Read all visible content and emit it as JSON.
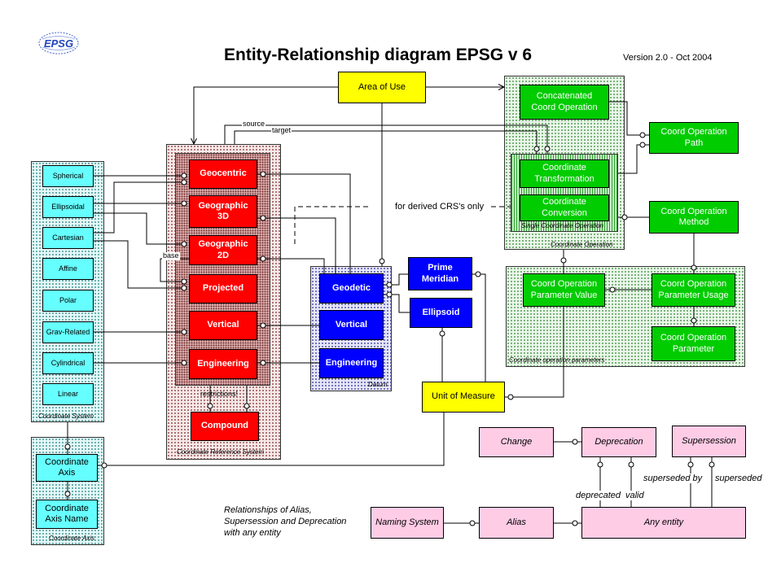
{
  "logo": "EPSG",
  "title": "Entity-Relationship diagram EPSG v 6",
  "version": "Version 2.0 - Oct 2004",
  "colors": {
    "area_of_use": "#ffff00",
    "coordinate_operation": "#00cc00",
    "crs": "#ff0000",
    "datum": "#0000ff",
    "coordinate_system": "#66ffff",
    "metadata": "#ffcce6"
  },
  "area_of_use": "Area of Use",
  "coordinate_system": {
    "group_label": "Coordinate System",
    "types": [
      "Spherical",
      "Ellipsoidal",
      "Cartesian",
      "Affine",
      "Polar",
      "Grav-Related",
      "Cylindrical",
      "Linear"
    ]
  },
  "coordinate_axis": {
    "group_label": "Coordinate Axis",
    "axis": "Coordinate\nAxis",
    "axis_name": "Coordinate\nAxis Name"
  },
  "crs": {
    "group_label": "Coordinate Reference System",
    "types": [
      "Geocentric",
      "Geographic\n3D",
      "Geographic\n2D",
      "Projected",
      "Vertical",
      "Engineering"
    ],
    "compound": "Compound"
  },
  "datum": {
    "group_label": "Datum",
    "types": [
      "Geodetic",
      "Vertical",
      "Engineering"
    ]
  },
  "prime_meridian": "Prime\nMeridian",
  "ellipsoid": "Ellipsoid",
  "unit_of_measure": "Unit of Measure",
  "coordinate_operation": {
    "group_label": "Coordinate Operation",
    "concatenated": "Concatenated\nCoord Operation",
    "single_label": "Single Coordinate Operation",
    "transformation": "Coordinate\nTransformation",
    "conversion": "Coordinate\nConversion",
    "path": "Coord Operation\nPath",
    "method": "Coord Operation\nMethod"
  },
  "parameters": {
    "group_label": "Coordinate operation parameters",
    "value": "Coord Operation\nParameter Value",
    "usage": "Coord Operation\nParameter Usage",
    "parameter": "Coord Operation\nParameter"
  },
  "metadata": {
    "change": "Change",
    "deprecation": "Deprecation",
    "supersession": "Supersession",
    "naming_system": "Naming System",
    "alias": "Alias",
    "any_entity": "Any entity"
  },
  "relationship_labels": {
    "source": "source",
    "target": "target",
    "base": "base",
    "derived": "for derived CRS's only",
    "restrictions": "restrictions!",
    "deprecated": "deprecated",
    "valid": "valid",
    "superseded_by": "superseded by",
    "superseded": "superseded"
  },
  "note": "Relationships of Alias,\nSupersession and Deprecation\nwith any entity"
}
